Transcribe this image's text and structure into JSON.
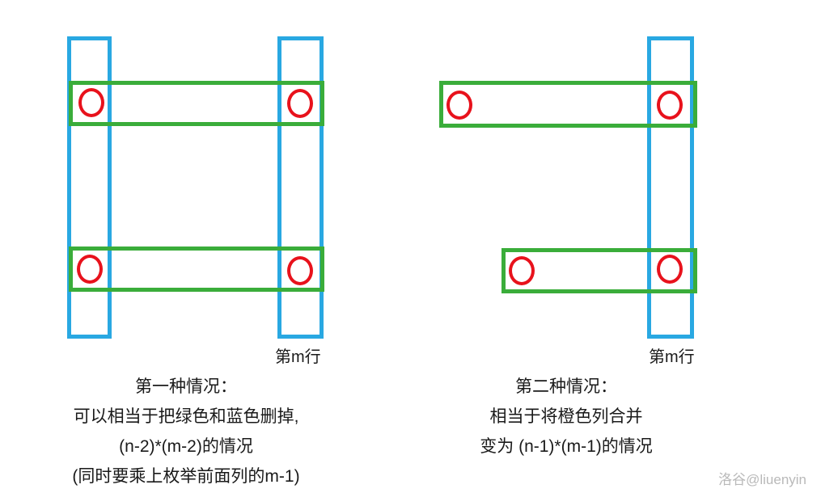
{
  "colors": {
    "blue": "#29a8e2",
    "green": "#3aad3a",
    "red": "#e8121c",
    "text": "#1a1a1a",
    "watermark": "#b9b9b9"
  },
  "figures": {
    "case1": {
      "row_label": "第m行",
      "caption": [
        "第一种情况：",
        "可以相当于把绿色和蓝色删掉,",
        "(n-2)*(m-2)的情况",
        "(同时要乘上枚举前面列的m-1)"
      ]
    },
    "case2": {
      "row_label": "第m行",
      "caption": [
        "第二种情况：",
        "相当于将橙色列合并",
        "变为 (n-1)*(m-1)的情况"
      ]
    }
  },
  "watermark": "洛谷@liuenyin"
}
